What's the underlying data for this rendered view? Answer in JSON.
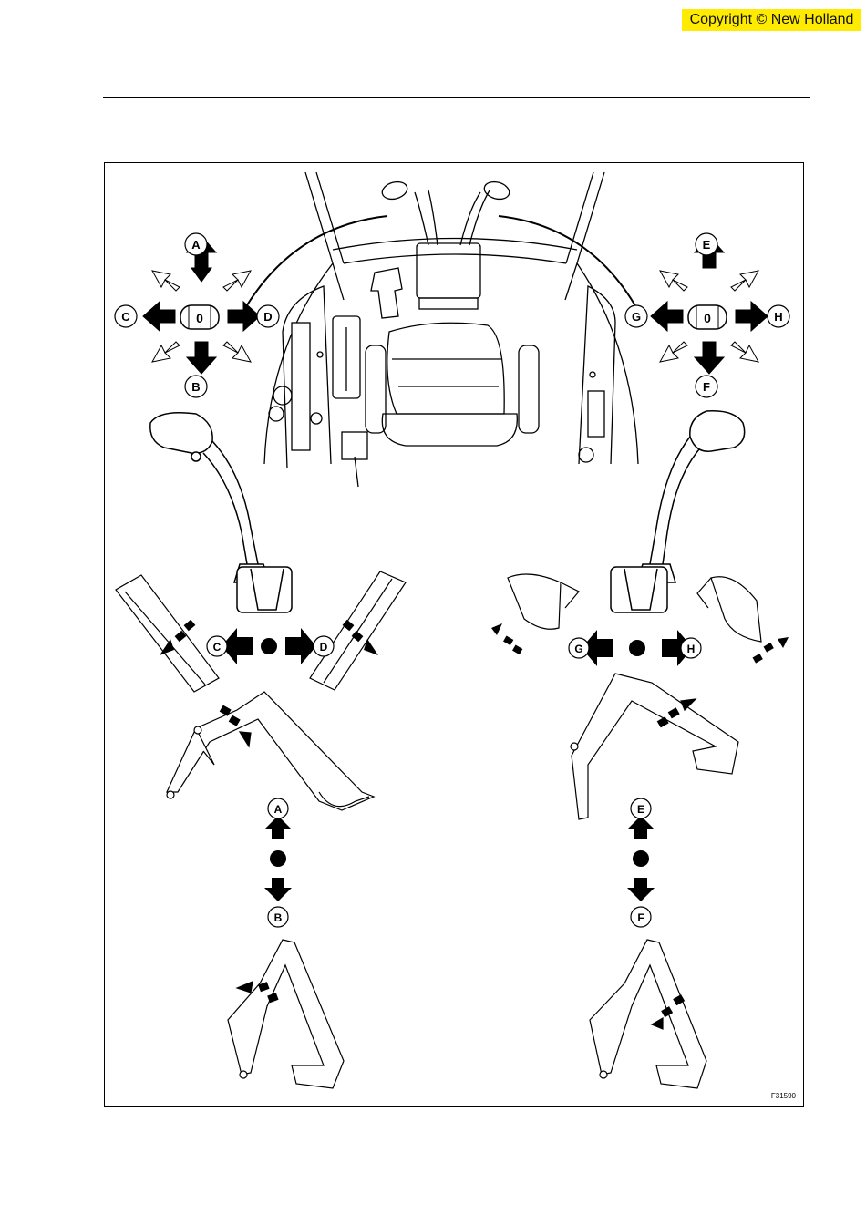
{
  "copyright": "Copyright © New Holland",
  "figure": {
    "id": "F31590",
    "left_joystick": {
      "directions": [
        "A",
        "B",
        "C",
        "D"
      ],
      "neutral": "0",
      "sideview_labels": [
        "C",
        "D"
      ],
      "boom_labels": [
        "A",
        "B"
      ]
    },
    "right_joystick": {
      "directions": [
        "E",
        "F",
        "G",
        "H"
      ],
      "neutral": "0",
      "sideview_labels": [
        "G",
        "H"
      ],
      "boom_labels": [
        "E",
        "F"
      ]
    }
  }
}
